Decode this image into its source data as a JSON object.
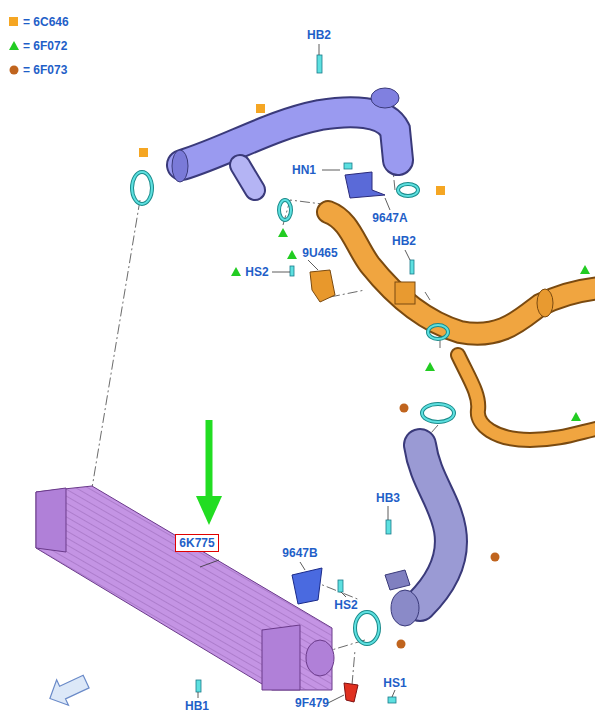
{
  "diagram": {
    "nodes": [
      {
        "text": [
          "6K775"
        ]
      }
    ],
    "labels": [
      "HB2",
      "HN1",
      "9647A",
      "9U465",
      "HS2",
      "HB2",
      "HB3",
      "9647B",
      "HS2",
      "HB1",
      "9F479",
      "HS1"
    ],
    "legend": [
      {
        "text": "= 6C646",
        "color": "#f5a623"
      },
      {
        "text": "= 6F072",
        "color": "#22cc22"
      },
      {
        "text": "= 6F073",
        "color": "#c0641e"
      }
    ]
  }
}
